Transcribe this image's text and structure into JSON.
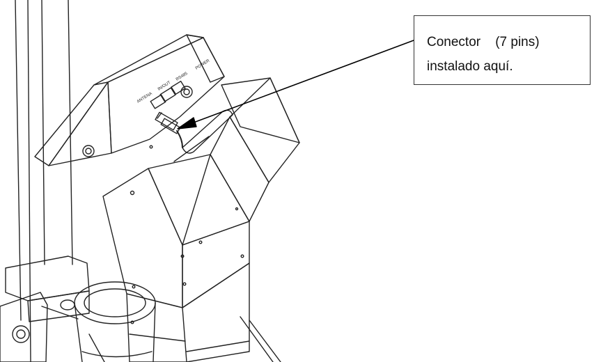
{
  "callout": {
    "line1": "Conector    (7 pins)",
    "line2": "instalado aquí."
  },
  "panel_labels": [
    "ANTENA",
    "IN/OUT",
    "RS485",
    "POWER"
  ]
}
